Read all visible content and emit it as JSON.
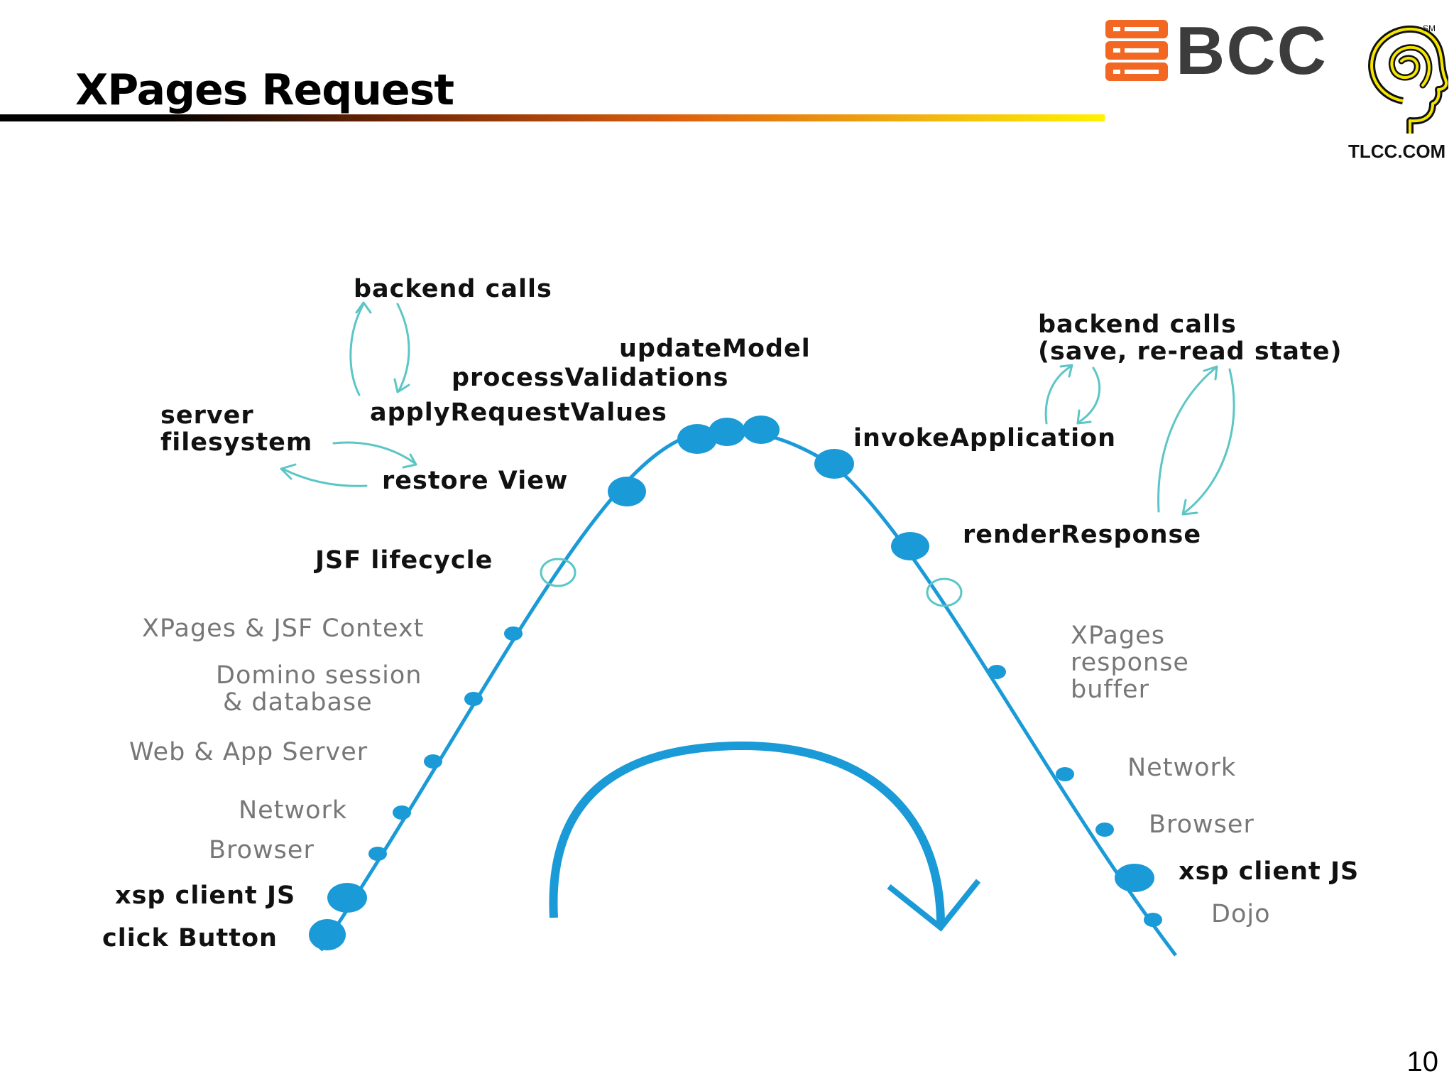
{
  "slide": {
    "title": "XPages Request",
    "page_number": "10"
  },
  "logo": {
    "company": "BCC",
    "site": "TLCC.COM",
    "mark": "SM",
    "colors": {
      "orange": "#f26722",
      "gray": "#3c3c3c",
      "yellow": "#f5e600"
    }
  },
  "colors": {
    "curve": "#1a9ad6",
    "arrow_annot": "#5cc6c6",
    "label_bold": "#111111",
    "label_gray": "#777777"
  },
  "diagram": {
    "labels": {
      "backend_calls_left": "backend calls",
      "update_model": "updateModel",
      "process_validations": "processValidations",
      "apply_request_values": "applyRequestValues",
      "server": "server",
      "filesystem": "filesystem",
      "restore_view": "restore View",
      "jsf_lifecycle": "JSF lifecycle",
      "xpages_jsf_context": "XPages & JSF Context",
      "domino_session": "Domino session",
      "and_database": "& database",
      "web_app_server": "Web & App Server",
      "network_left": "Network",
      "browser_left": "Browser",
      "xsp_client_js_left": "xsp client JS",
      "click_button": "click Button",
      "backend_calls_right": "backend calls",
      "save_reread": "(save, re-read state)",
      "invoke_application": "invokeApplication",
      "render_response": "renderResponse",
      "xpages_line1": "XPages",
      "xpages_line2": "response",
      "xpages_line3": "buffer",
      "network_right": "Network",
      "browser_right": "Browser",
      "xsp_client_js_right": "xsp client JS",
      "dojo": "Dojo"
    }
  }
}
